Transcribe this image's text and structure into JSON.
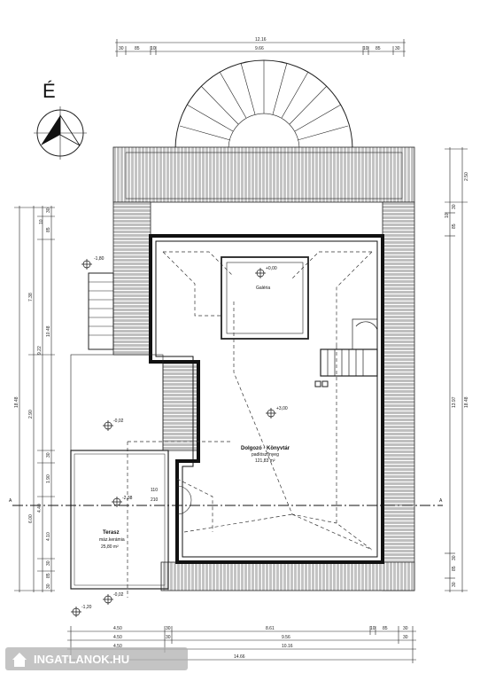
{
  "north_label": "É",
  "rooms": {
    "gallery": {
      "name": "Galéria",
      "level": "+0,00"
    },
    "office": {
      "name": "Dolgozó - Könyvtár",
      "floor": "padlószőnyeg",
      "area": "121,83 m²",
      "level": "+3,00"
    },
    "terrace": {
      "name": "Terasz",
      "floor": "máz.kerámia",
      "area": "25,80 m²"
    }
  },
  "levels": {
    "stair_top": "-1,80",
    "terrace_upper": "-0,02",
    "terrace_door": "-2,38",
    "terrace_bottom": "-0,02",
    "bottom_left": "-1,20"
  },
  "door_dims": {
    "width": "110",
    "height": "210"
  },
  "section": {
    "left": "A",
    "right": "A"
  },
  "top_dims": {
    "total": "12.16",
    "parts": [
      "30",
      "85",
      "10",
      "9.66",
      "10",
      "85",
      "30"
    ]
  },
  "bottom_dims": {
    "row1": [
      "4.50",
      "30",
      "8.61",
      "10",
      "85",
      "30"
    ],
    "row2": [
      "4.50",
      "30",
      "9.56",
      "30"
    ],
    "row3": [
      "4.50",
      "10.16"
    ],
    "row4": [
      "14.66"
    ]
  },
  "left_dims": {
    "outer": "18.48",
    "mid": [
      "7.38",
      "9.22"
    ],
    "inner": [
      "30",
      "10",
      "85",
      "10.48",
      "2.90",
      "30",
      "1.90",
      "4.40",
      "6.00",
      "4.10",
      "30",
      "85",
      "30"
    ]
  },
  "right_dims": {
    "outer": "18.48",
    "inner": [
      "2.50",
      "30",
      "10",
      "85",
      "13.97",
      "30",
      "85",
      "30"
    ]
  },
  "watermark": "INGATLANOK.HU"
}
